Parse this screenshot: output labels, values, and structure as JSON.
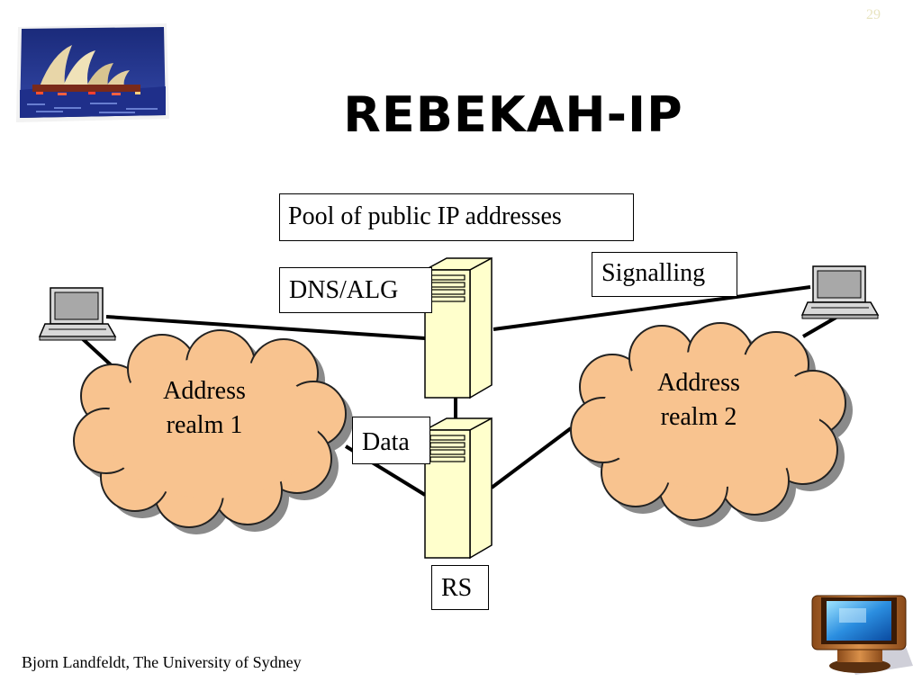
{
  "slide": {
    "number": "29",
    "title": "REBEKAH-IP",
    "footer": "Bjorn Landfeldt, The University of Sydney"
  },
  "diagram": {
    "pool_label": "Pool of public IP addresses",
    "dns_alg_label": "DNS/ALG",
    "signalling_label": "Signalling",
    "data_label": "Data",
    "rs_label": "RS",
    "realm1": {
      "line1": "Address",
      "line2": "realm 1"
    },
    "realm2": {
      "line1": "Address",
      "line2": "realm 2"
    }
  },
  "colors": {
    "cloud_fill": "#f8c38f",
    "cloud_shadow": "#8a8a8a",
    "server_fill": "#ffffcc"
  }
}
